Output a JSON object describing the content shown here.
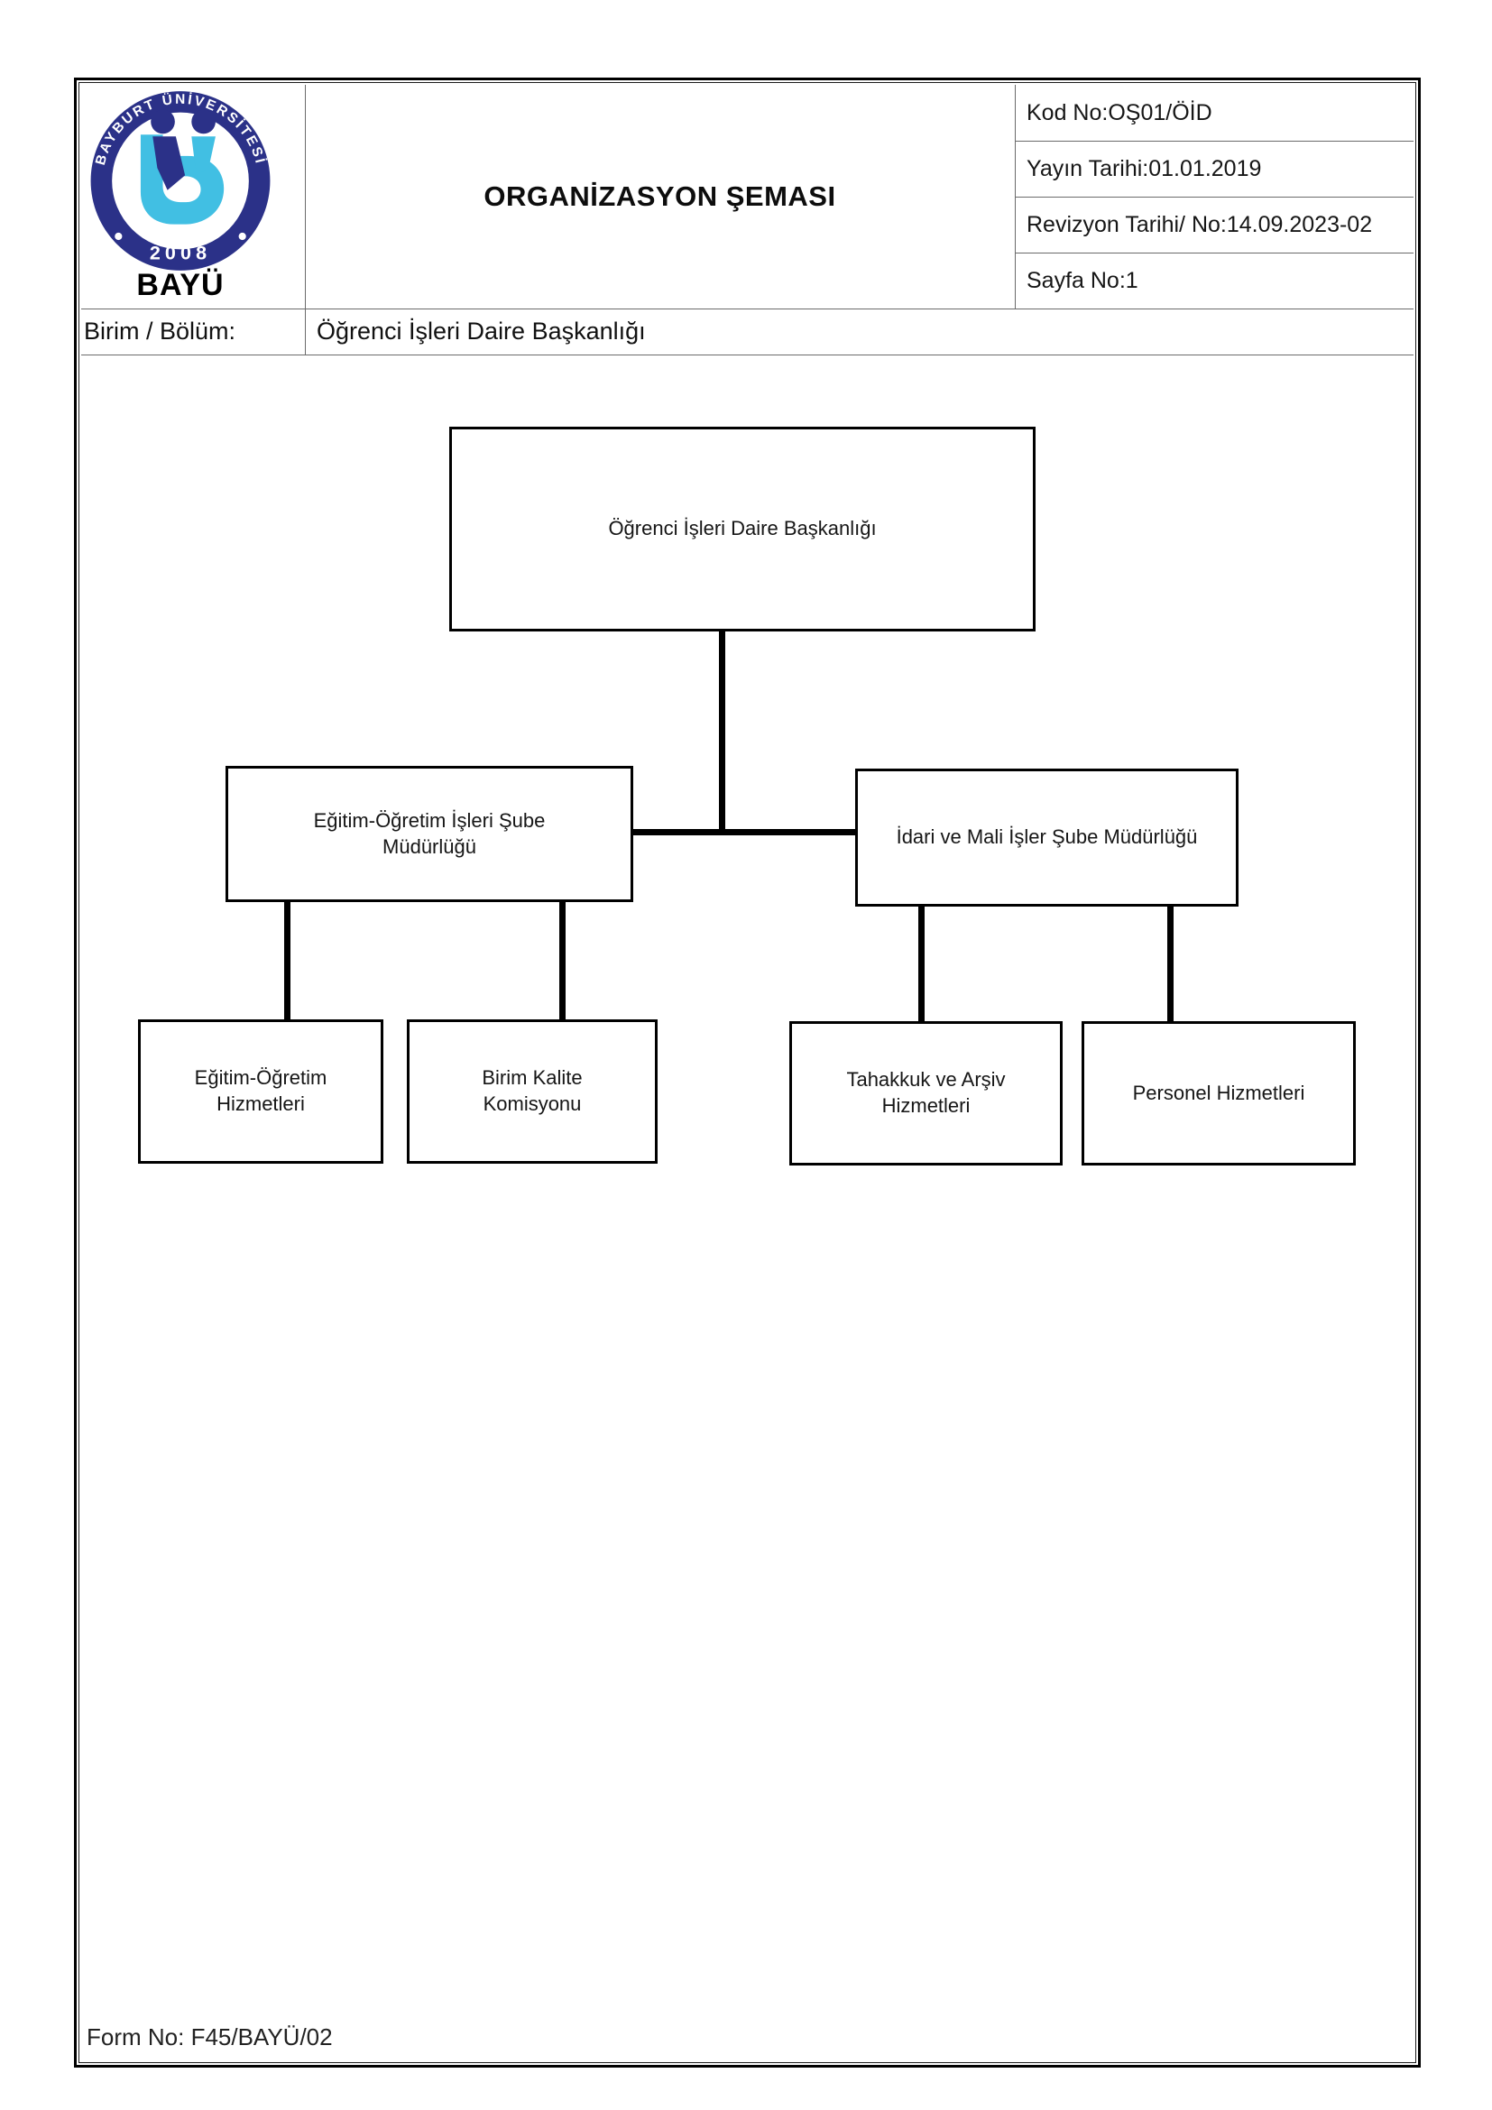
{
  "header": {
    "title": "ORGANİZASYON ŞEMASI",
    "info_rows": [
      "Kod No:OŞ01/ÖİD",
      "Yayın Tarihi:01.01.2019",
      "Revizyon Tarihi/ No:14.09.2023-02",
      "Sayfa No:1"
    ],
    "unit_label": "Birim / Bölüm:",
    "unit_value": "Öğrenci İşleri Daire Başkanlığı"
  },
  "logo": {
    "arc_text": "BAYBURT ÜNİVERSİTESİ",
    "year": "2008",
    "abbr": "BAYÜ",
    "navy": "#2b3188",
    "light_blue": "#41bfe3"
  },
  "org_chart": {
    "type": "org-tree",
    "nodes": [
      {
        "id": "root",
        "label": "Öğrenci İşleri Daire Başkanlığı",
        "parent": null
      },
      {
        "id": "egitim-ogretim-sube",
        "label": "Eğitim-Öğretim İşleri Şube Müdürlüğü",
        "parent": "root"
      },
      {
        "id": "idari-mali-sube",
        "label": "İdari ve Mali İşler Şube Müdürlüğü",
        "parent": "root"
      },
      {
        "id": "egitim-ogretim-hizmetleri",
        "label": "Eğitim-Öğretim Hizmetleri",
        "parent": "egitim-ogretim-sube"
      },
      {
        "id": "birim-kalite-komisyonu",
        "label": "Birim Kalite Komisyonu",
        "parent": "egitim-ogretim-sube"
      },
      {
        "id": "tahakkuk-arsiv-hizmetleri",
        "label": "Tahakkuk ve Arşiv Hizmetleri",
        "parent": "idari-mali-sube"
      },
      {
        "id": "personel-hizmetleri",
        "label": "Personel Hizmetleri",
        "parent": "idari-mali-sube"
      }
    ]
  },
  "footer": {
    "form_no": "Form No: F45/BAYÜ/02"
  }
}
